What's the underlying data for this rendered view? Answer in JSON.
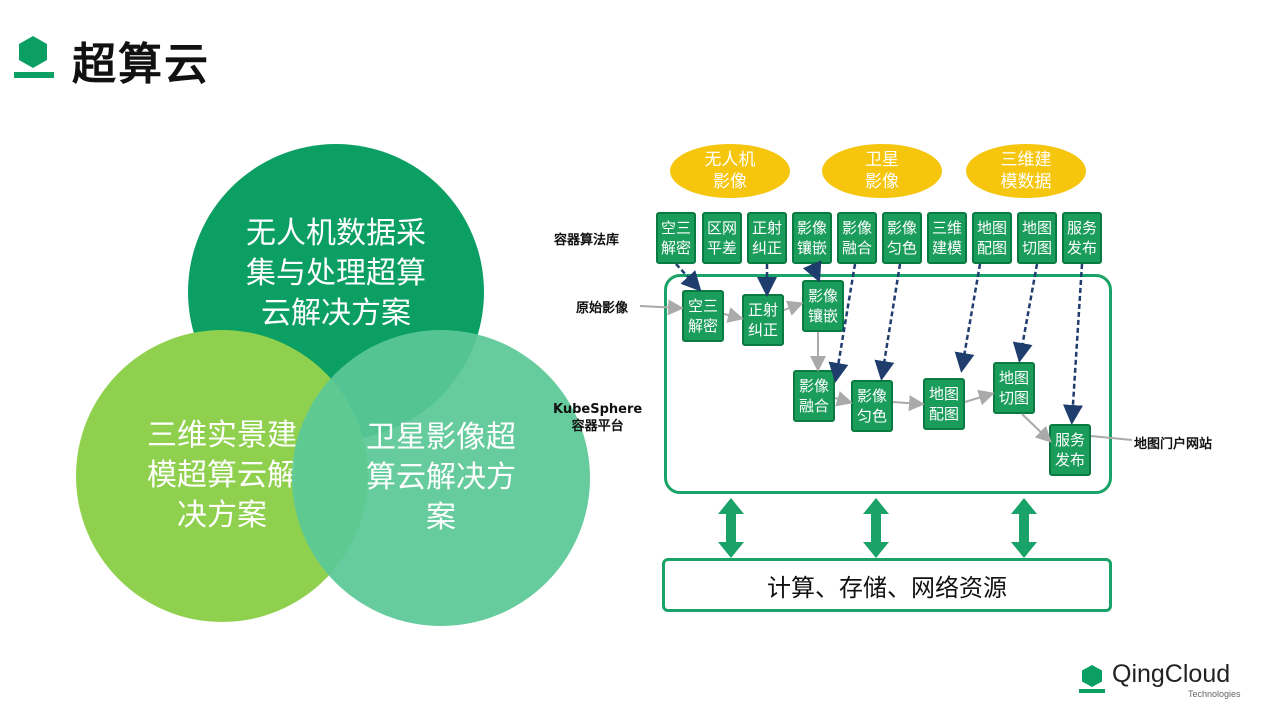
{
  "header": {
    "title": "超算云"
  },
  "venn": {
    "top": "无人机数据采\n集与处理超算\n云解决方案",
    "left": "三维实景建\n模超算云解\n决方案",
    "right": "卫星影像超\n算云解决方\n案"
  },
  "sources": [
    "无人机\n影像",
    "卫星\n影像",
    "三维建\n模数据"
  ],
  "labels": {
    "algo_lib": "容器算法库",
    "raw_image": "原始影像",
    "platform": "KubeSphere\n容器平台",
    "portal": "地图门户网站"
  },
  "algorithms": [
    "空三\n解密",
    "区网\n平差",
    "正射\n纠正",
    "影像\n镶嵌",
    "影像\n融合",
    "影像\n匀色",
    "三维\n建模",
    "地图\n配图",
    "地图\n切图",
    "服务\n发布"
  ],
  "pipeline": [
    "空三\n解密",
    "正射\n纠正",
    "影像\n镶嵌",
    "影像\n融合",
    "影像\n匀色",
    "地图\n配图",
    "地图\n切图",
    "服务\n发布"
  ],
  "resources": {
    "label": "计算、存储、网络资源"
  },
  "brand": {
    "name": "QingCloud",
    "sub": "Technologies"
  },
  "colors": {
    "green": "#1a9c5b",
    "yellow": "#f6c50e",
    "dark_green": "#0c9f64",
    "light_green": "#8fd14f"
  }
}
